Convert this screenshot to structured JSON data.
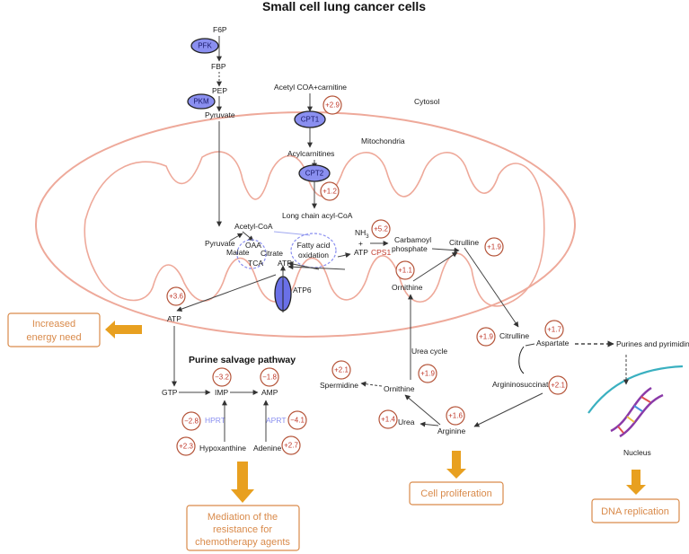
{
  "title": "Small cell lung cancer cells",
  "compartments": {
    "cytosol": "Cytosol",
    "mitochondria": "Mitochondria",
    "urea_cycle": "Urea cycle",
    "nucleus": "Nucleus"
  },
  "enzymes": {
    "pfk": "PFK",
    "pkm": "PKM",
    "cpt1": "CPT1",
    "cpt2": "CPT2",
    "atp6": "ATP6",
    "cps1": "CPS1",
    "hprt": "HPRT",
    "aprt": "APRT"
  },
  "metabolites": {
    "f6p": "F6P",
    "fbp": "FBP",
    "pep": "PEP",
    "pyruvate_top": "Pyruvate",
    "acetyl_coa_carnitine": "Acetyl COA+carnitine",
    "acylcarnitines": "Acylcarnitines",
    "long_chain_acyl_coa": "Long chain acyl-CoA",
    "acetyl_coa": "Acetyl-CoA",
    "pyruvate_mito": "Pyruvate",
    "oaa": "OAA",
    "malate": "Malate",
    "citrate": "Citrate",
    "tca": "TCA",
    "atp_mito": "ATP",
    "fatty_acid_oxidation_1": "Fatty acid",
    "fatty_acid_oxidation_2": "oxidation",
    "nh3": "NH",
    "nh3_sub": "3",
    "plus": "+",
    "atp_cps": "ATP",
    "carbamoyl_1": "Carbamoyl",
    "carbamoyl_2": "phosphate",
    "citrulline_mito": "Citrulline",
    "ornithine_mito": "Ornithine",
    "atp_cyto": "ATP",
    "gtp": "GTP",
    "imp": "IMP",
    "amp": "AMP",
    "hypoxanthine": "Hypoxanthine",
    "adenine": "Adenine",
    "citrulline_cyto": "Citrulline",
    "aspartate": "Aspartate",
    "purines_pyrimidines": "Purines and pyrimidines",
    "argininosuccinate": "Argininosuccinate",
    "arginine": "Arginine",
    "urea": "Urea",
    "ornithine_cyto": "Ornithine",
    "spermidine": "Spermidine"
  },
  "pathway_label": "Purine salvage pathway",
  "fold_changes": {
    "cpt1": "+2.9",
    "cpt2": "+1.2",
    "cps1": "+5.2",
    "citrulline_mito": "+1.9",
    "ornithine_mito": "+1.1",
    "atp": "+3.6",
    "imp": "−3.2",
    "amp": "−1.8",
    "hprt": "−2.8",
    "hypoxanthine": "+2.3",
    "aprt": "−4.1",
    "adenine": "+2.7",
    "citrulline_cyto": "+1.9",
    "aspartate": "+1.7",
    "argininosuccinate": "+2.1",
    "spermidine": "+2.1",
    "ornithine_cyto": "+1.9",
    "arginine": "+1.6",
    "urea": "+1.4"
  },
  "outcomes": {
    "energy_1": "Increased",
    "energy_2": "energy need",
    "resistance_1": "Mediation of the",
    "resistance_2": "resistance for",
    "resistance_3": "chemotherapy agents",
    "proliferation": "Cell proliferation",
    "dna": "DNA replication"
  },
  "colors": {
    "enzyme_fill": "#8a8ff0",
    "value_circle": "#b5553a",
    "outcome": "#d98a4a",
    "arrow_fill": "#e8a020",
    "membrane": "#eea99a",
    "dna_arc": "#3ab0c0"
  }
}
